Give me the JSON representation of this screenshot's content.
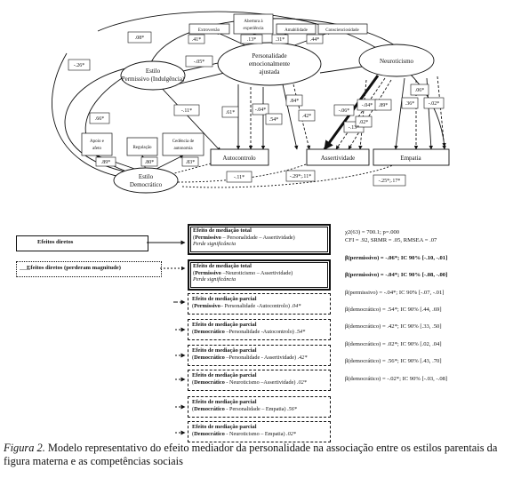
{
  "diagram": {
    "nodes": {
      "permissivo": [
        "Estilo",
        "Permissivo (Indulgência)"
      ],
      "personalidade": [
        "Personalidade",
        "emocionalmente",
        "ajustada"
      ],
      "neuroticismo": "Neuroticismo",
      "democratico": [
        "Estilo",
        "Democrático"
      ],
      "autocontrolo": "Autocontrolo",
      "assertividade": "Assertividade",
      "empatia": "Empatia"
    },
    "indicators": {
      "personalidade": [
        {
          "label": [
            "Extroversão"
          ],
          "loading": ".41*"
        },
        {
          "label": [
            "Abertura à",
            "experiência"
          ],
          "loading": ".13*"
        },
        {
          "label": [
            "Amabilidade"
          ],
          "loading": ".31*"
        },
        {
          "label": [
            "Conscienciosidade"
          ],
          "loading": ".44*"
        }
      ],
      "democratico": [
        {
          "label": [
            "Apoio e",
            "afeto"
          ],
          "loading": ".89*"
        },
        {
          "label": [
            "Regulação"
          ],
          "loading": ".80*"
        },
        {
          "label": [
            "Cedência de",
            "autonomia"
          ],
          "loading": ".83*"
        }
      ]
    },
    "coefficients": {
      "top_outer": ".08*",
      "perm_pers": "-.05*",
      "left_outer": "-.26*",
      "left_inner": ".66*",
      "perm_auto": "-.11*",
      "pers_auto_a": ".61*",
      "pers_auto_b": "-.04*",
      "pers_auto_c": ".54*",
      "pers_asse_a": ".84*",
      "pers_asse_b": ".42*",
      "neuro_asse_a": "-.06*",
      "neuro_asse_b": "-.04*",
      "neuro_asse_c": "-.13*",
      "neuro_emp_a": ".89*",
      "neuro_emp_b": ".36*",
      "neuro_emp_c": ".06*",
      "neuro_emp_d": "-.02*",
      "neuro_mid": ".02*",
      "dem_auto": "-.11*",
      "dem_asse": "-.29*;.11*",
      "dem_emp": "-.25*;.17*"
    }
  },
  "legend": {
    "direct": "Efeitos diretos",
    "direct_lost": "Efeitos diretos (perderam magnitude)",
    "boxes": [
      {
        "title": "Efeito de mediação total",
        "role": "Permissivo",
        "text": " – Personalidade – Assertividade)",
        "note": "Perde significância"
      },
      {
        "title": "Efeito de mediação total",
        "role": "Permissivo",
        "text": " –Neuroticismo – Assertividade)",
        "note": "Perde significância"
      },
      {
        "title": "Efeito de mediação parcial",
        "role": "Permissivo",
        "text": "– Personalidade -Autocontrolo)",
        "value": ".04*"
      },
      {
        "title": "Efeito de mediação parcial",
        "role": "Democrático",
        "text": " –Personalidade -Autocontrolo)",
        "value": ".54*"
      },
      {
        "title": "Efeito de mediação parcial",
        "role": "Democrático",
        "text": " –Personalidade - Assertividade)",
        "value": ".42*"
      },
      {
        "title": "Efeito de mediação parcial",
        "role": "Democrático",
        "text": " - Neuroticismo –Assertividade)",
        "value": ".02*"
      },
      {
        "title": "Efeito de mediação parcial",
        "role": "Democrático",
        "text": " - Personalidade – Empatia)",
        "value": ".56*"
      },
      {
        "title": "Efeito de mediação parcial",
        "role": "Democrático",
        "text": " - Neuroticismo – Empatia)",
        "value": ".02*"
      }
    ]
  },
  "stats": {
    "fit1": "χ2(63) = 700.1; p=.000",
    "fit2": "CFI = .92, SRMR = .05, RMSEA = .07",
    "ci": [
      "β(permissivo) = -.06*; IC 90% [-.10, -.01]",
      "β(permissivo) = -.04*; IC 90% [-.08, -.00]",
      "β(permissivo) = -.04*; IC 90% [-.07, -.01]",
      "β(democrático) = .54*; IC 90% [.44, .69]",
      "β(democrático) = .42*; IC 90% [.33, .50]",
      "β(democrático) = .02*; IC 90% [.02, .04]",
      "β(democrático) = .56*; IC 90% [.43, .70]",
      "β(democrático) = -.02*; IC 90% [-.03, -.08]"
    ]
  },
  "caption": {
    "label": "Figura 2.",
    "text": " Modelo representativo do efeito mediador da personalidade na associação entre os estilos parentais da figura materna e as competências sociais"
  }
}
